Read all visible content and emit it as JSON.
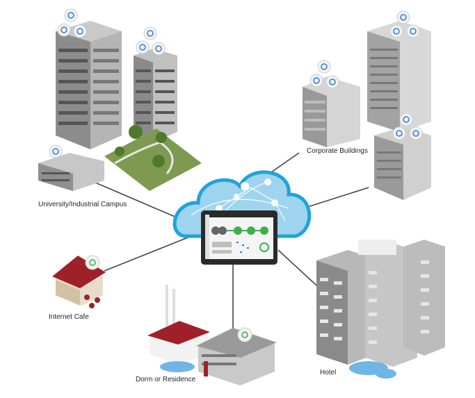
{
  "diagram": {
    "hub": {
      "name": "Cloud Controller",
      "device": "Tablet Dashboard"
    },
    "sites": [
      {
        "id": "campus",
        "label": "University/Industrial Campus"
      },
      {
        "id": "corporate",
        "label": "Corporate Buildings"
      },
      {
        "id": "cafe",
        "label": "Internet Cafe"
      },
      {
        "id": "dorm",
        "label": "Dorm or Residence"
      },
      {
        "id": "hotel",
        "label": "Hotel"
      }
    ],
    "colors": {
      "cloud_fill": "#9fd4ee",
      "cloud_edge": "#1ea3dc",
      "ap_ring": "#2a7fd0",
      "dashboard_green": "#3cb04a",
      "dashboard_gray": "#666666",
      "line": "#444444",
      "roof_red": "#a0202a",
      "grass": "#7e9a50"
    },
    "icons": {
      "access_point": "access-point-icon"
    }
  }
}
